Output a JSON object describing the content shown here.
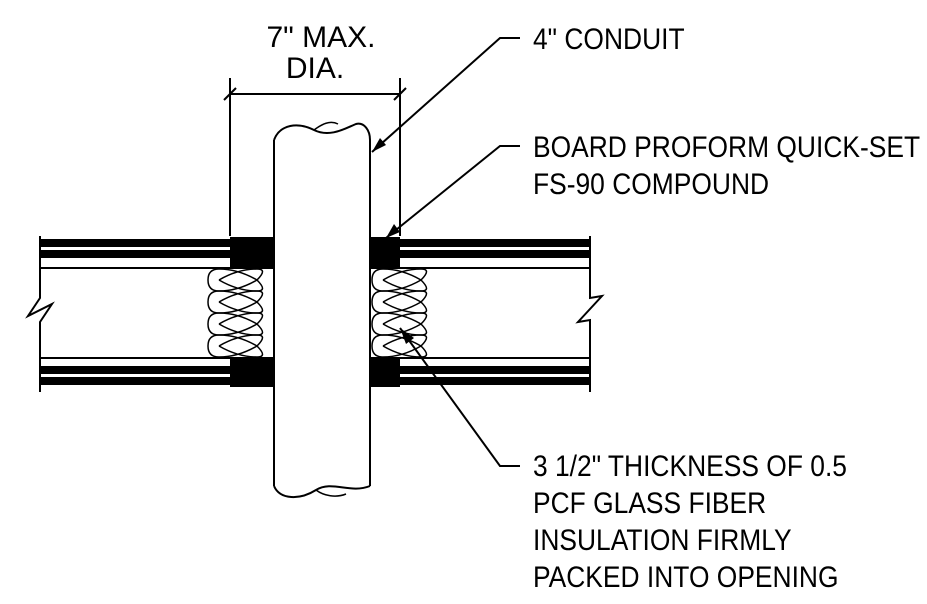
{
  "dimension": {
    "line1": "7\" MAX.",
    "line2": "DIA."
  },
  "callouts": {
    "conduit": [
      "4\" CONDUIT"
    ],
    "compound": [
      "BOARD PROFORM QUICK-SET",
      "FS-90 COMPOUND"
    ],
    "insulation": [
      "3 1/2\" THICKNESS OF 0.5",
      "PCF GLASS FIBER",
      "INSULATION FIRMLY",
      "PACKED INTO OPENING"
    ]
  },
  "colors": {
    "ink": "#000000",
    "background": "#ffffff"
  }
}
